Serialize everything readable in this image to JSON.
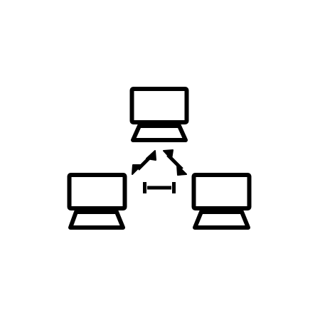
{
  "icon": {
    "semantic": "laptop-network-icon",
    "stroke_color": "#000000",
    "background_color": "#ffffff",
    "nodes": [
      {
        "name": "laptop-top"
      },
      {
        "name": "laptop-left"
      },
      {
        "name": "laptop-right"
      }
    ],
    "links": [
      {
        "name": "arrow-left-diagonal",
        "type": "bidirectional"
      },
      {
        "name": "arrow-right-diagonal",
        "type": "bidirectional"
      },
      {
        "name": "arrow-horizontal",
        "type": "bidirectional"
      }
    ]
  }
}
